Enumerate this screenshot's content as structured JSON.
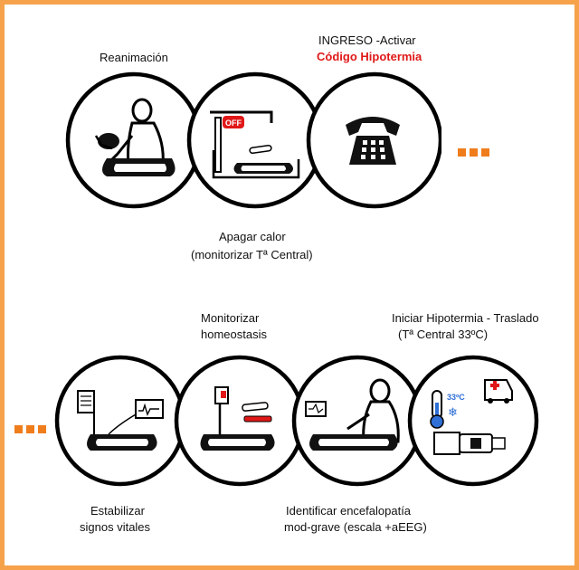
{
  "title_line1": "INGRESO -Activar",
  "title_line2": "Código Hipotermia",
  "steps": {
    "reanimacion": "Reanimación",
    "apagar_calor_1": "Apagar calor",
    "apagar_calor_2": "(monitorizar Tª Central)",
    "monitorizar_1": "Monitorizar",
    "monitorizar_2": "homeostasis",
    "iniciar_1": "Iniciar Hipotermia - Traslado",
    "iniciar_2": "(Tª Central 33ºC)",
    "estabilizar_1": "Estabilizar",
    "estabilizar_2": "signos vitales",
    "identificar_1": "Identificar encefalopatía",
    "identificar_2": "mod-grave (escala +aEEG)"
  },
  "icons": {
    "off_label": "OFF",
    "temp_label": "33ºC"
  },
  "colors": {
    "border": "#f5a24b",
    "dots": "#f07d1c",
    "highlight_red": "#e01818"
  }
}
